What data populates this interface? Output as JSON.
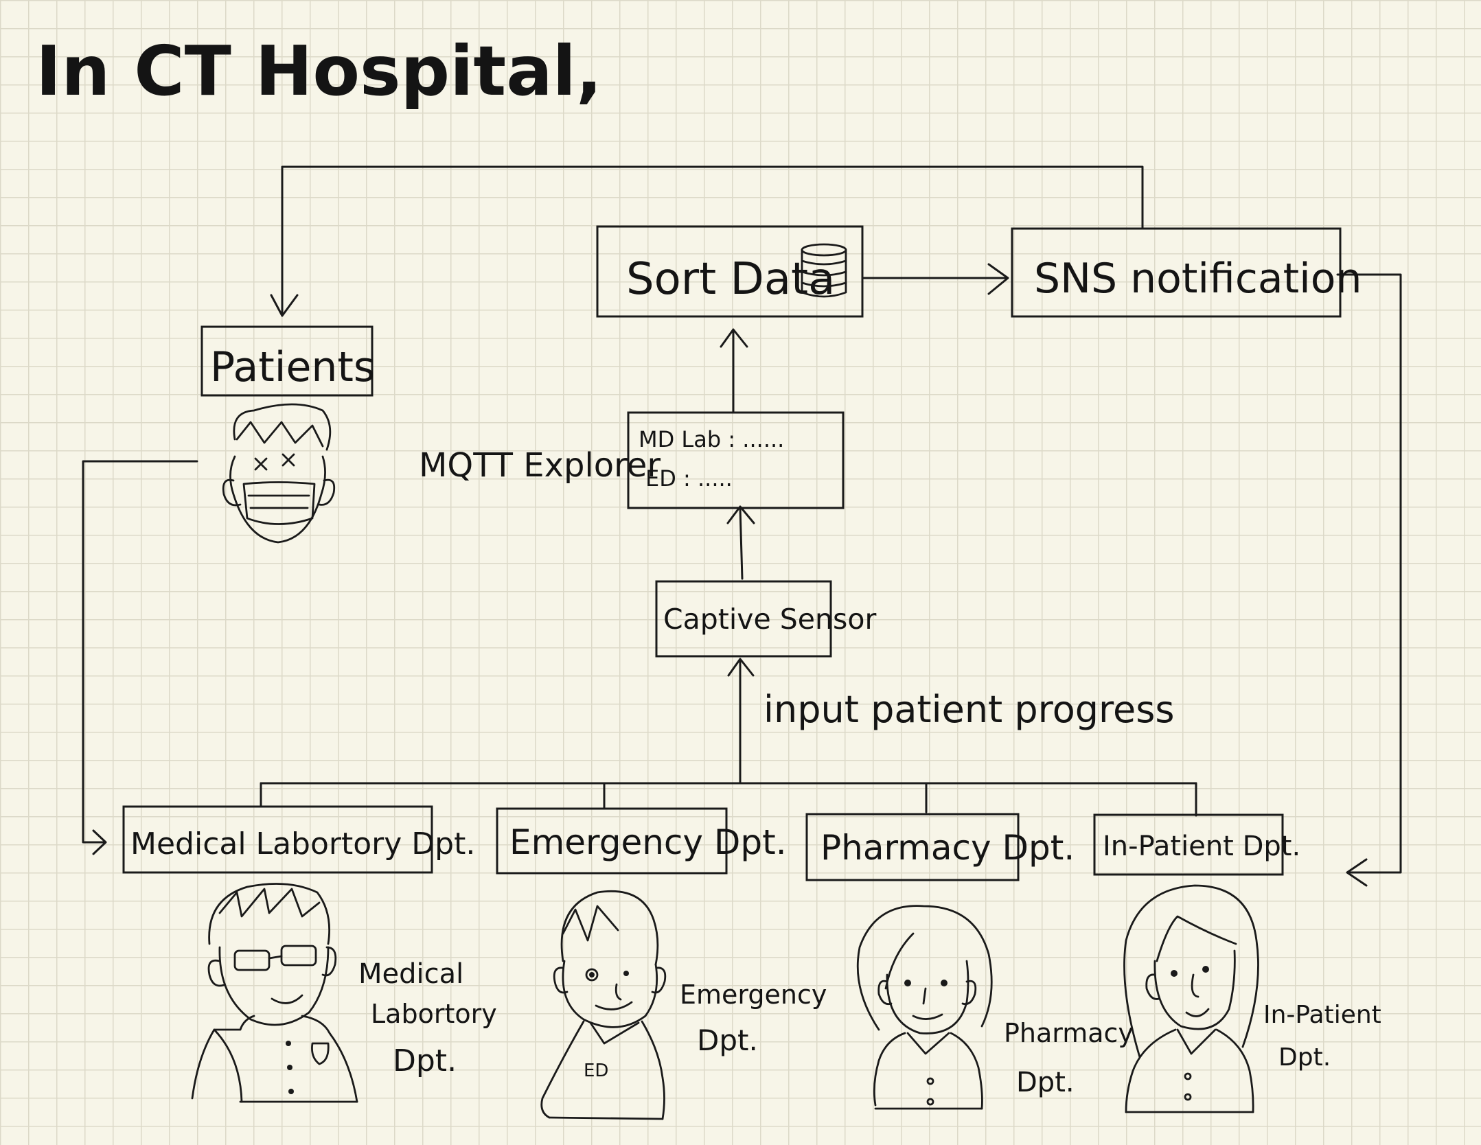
{
  "title": "In CT Hospital,",
  "nodes": {
    "sort_data": "Sort Data",
    "sns_notification": "SNS notification",
    "patients": "Patients",
    "mqtt_label": "MQTT Explorer",
    "mqtt_line1": "MD Lab : ......",
    "mqtt_line2": "ED : .....",
    "captive_sensor": "Captive Sensor",
    "input_progress": "input patient progress"
  },
  "departments": [
    {
      "box": "Medical Labortory Dpt.",
      "caption": [
        "Medical",
        "Labortory",
        "Dpt."
      ]
    },
    {
      "box": "Emergency Dpt.",
      "caption": [
        "Emergency",
        "Dpt."
      ]
    },
    {
      "box": "Pharmacy Dpt.",
      "caption": [
        "Pharmacy",
        "Dpt."
      ]
    },
    {
      "box": "In-Patient Dpt.",
      "caption": [
        "In-Patient",
        "Dpt."
      ]
    }
  ],
  "badge_ed": "ED",
  "icons": {
    "database": "database-icon",
    "patient": "masked-patient-icon",
    "staff": [
      "lab-technician-icon",
      "emergency-doctor-icon",
      "pharmacist-icon",
      "nurse-icon"
    ]
  }
}
